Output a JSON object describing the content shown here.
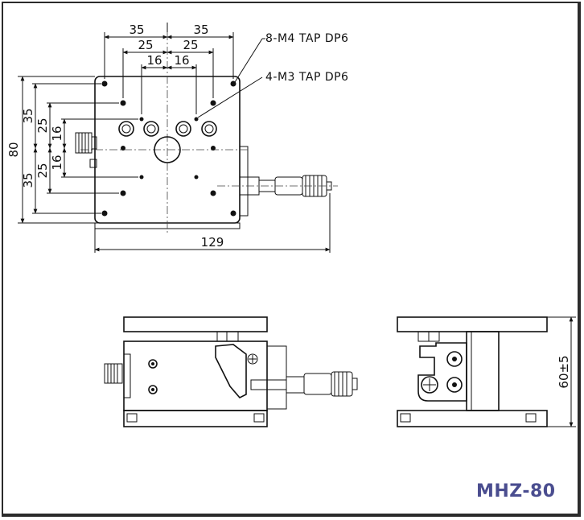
{
  "model": "MHZ-80",
  "callouts": {
    "m4": "8-M4 TAP DP6",
    "m3": "4-M3 TAP DP6"
  },
  "top_dims": {
    "h35_left": "35",
    "h35_right": "35",
    "h25_left": "25",
    "h25_right": "25",
    "h16_left": "16",
    "h16_right": "16",
    "overall_width": "129"
  },
  "side_dims": {
    "height_80": "80",
    "v35_top": "35",
    "v25_top": "25",
    "v16_top": "16",
    "v16_bottom": "16",
    "v25_bottom": "25",
    "v35_bottom": "35"
  },
  "end_view": {
    "height": "60±5"
  }
}
